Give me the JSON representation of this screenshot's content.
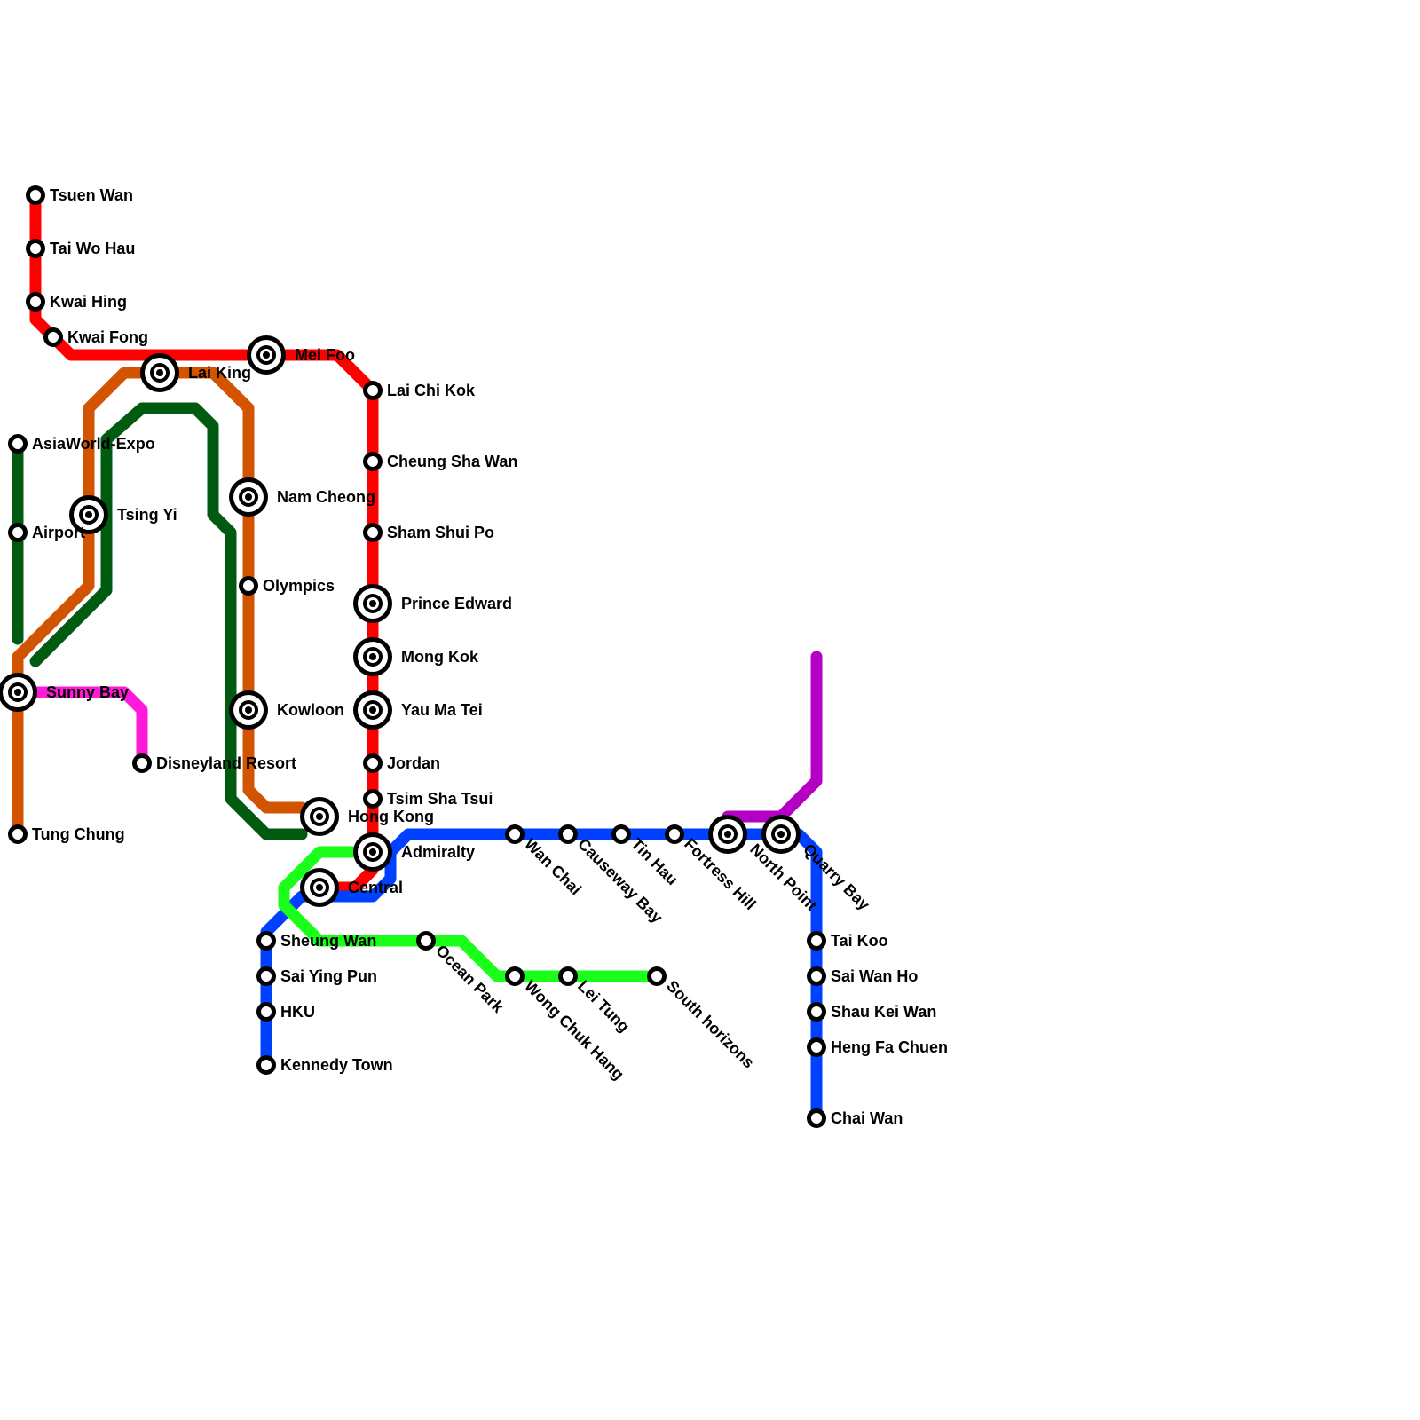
{
  "colors": {
    "tsuen_wan_line": "#ff0000",
    "tung_chung_line": "#d35400",
    "airport_express": "#005a0f",
    "disneyland_resort_line": "#ff1ad9",
    "island_line": "#0040ff",
    "south_island_line": "#1aff1a",
    "purple_line": "#b300c4"
  },
  "stations": [
    {
      "id": "tsuen-wan",
      "label": "Tsuen Wan",
      "type": "stop"
    },
    {
      "id": "tai-wo-hau",
      "label": "Tai Wo Hau",
      "type": "stop"
    },
    {
      "id": "kwai-hing",
      "label": "Kwai Hing",
      "type": "stop"
    },
    {
      "id": "kwai-fong",
      "label": "Kwai Fong",
      "type": "stop"
    },
    {
      "id": "lai-king",
      "label": "Lai King",
      "type": "interchange"
    },
    {
      "id": "mei-foo",
      "label": "Mei Foo",
      "type": "interchange"
    },
    {
      "id": "lai-chi-kok",
      "label": "Lai Chi Kok",
      "type": "stop"
    },
    {
      "id": "cheung-sha-wan",
      "label": "Cheung Sha Wan",
      "type": "stop"
    },
    {
      "id": "sham-shui-po",
      "label": "Sham Shui Po",
      "type": "stop"
    },
    {
      "id": "prince-edward",
      "label": "Prince Edward",
      "type": "interchange"
    },
    {
      "id": "mong-kok",
      "label": "Mong Kok",
      "type": "interchange"
    },
    {
      "id": "yau-ma-tei",
      "label": "Yau Ma Tei",
      "type": "interchange"
    },
    {
      "id": "jordan",
      "label": "Jordan",
      "type": "stop"
    },
    {
      "id": "tsim-sha-tsui",
      "label": "Tsim Sha Tsui",
      "type": "stop"
    },
    {
      "id": "admiralty",
      "label": "Admiralty",
      "type": "interchange"
    },
    {
      "id": "central",
      "label": "Central",
      "type": "interchange"
    },
    {
      "id": "asiaworld-expo",
      "label": "AsiaWorld-Expo",
      "type": "stop"
    },
    {
      "id": "airport",
      "label": "Airport",
      "type": "stop"
    },
    {
      "id": "tsing-yi",
      "label": "Tsing Yi",
      "type": "interchange"
    },
    {
      "id": "sunny-bay",
      "label": "Sunny Bay",
      "type": "interchange"
    },
    {
      "id": "tung-chung",
      "label": "Tung Chung",
      "type": "stop"
    },
    {
      "id": "disneyland-resort",
      "label": "Disneyland Resort",
      "type": "stop"
    },
    {
      "id": "nam-cheong",
      "label": "Nam Cheong",
      "type": "interchange"
    },
    {
      "id": "olympics",
      "label": "Olympics",
      "type": "stop"
    },
    {
      "id": "kowloon",
      "label": "Kowloon",
      "type": "interchange"
    },
    {
      "id": "hong-kong",
      "label": "Hong Kong",
      "type": "interchange"
    },
    {
      "id": "sheung-wan",
      "label": "Sheung Wan",
      "type": "stop"
    },
    {
      "id": "sai-ying-pun",
      "label": "Sai Ying Pun",
      "type": "stop"
    },
    {
      "id": "hku",
      "label": "HKU",
      "type": "stop"
    },
    {
      "id": "kennedy-town",
      "label": "Kennedy Town",
      "type": "stop"
    },
    {
      "id": "wan-chai",
      "label": "Wan Chai",
      "type": "stop"
    },
    {
      "id": "causeway-bay",
      "label": "Causeway Bay",
      "type": "stop"
    },
    {
      "id": "tin-hau",
      "label": "Tin Hau",
      "type": "stop"
    },
    {
      "id": "fortress-hill",
      "label": "Fortress Hill",
      "type": "stop"
    },
    {
      "id": "north-point",
      "label": "North Point",
      "type": "interchange"
    },
    {
      "id": "quarry-bay",
      "label": "Quarry Bay",
      "type": "interchange"
    },
    {
      "id": "tai-koo",
      "label": "Tai Koo",
      "type": "stop"
    },
    {
      "id": "sai-wan-ho",
      "label": "Sai Wan Ho",
      "type": "stop"
    },
    {
      "id": "shau-kei-wan",
      "label": "Shau Kei Wan",
      "type": "stop"
    },
    {
      "id": "heng-fa-chuen",
      "label": "Heng Fa Chuen",
      "type": "stop"
    },
    {
      "id": "chai-wan",
      "label": "Chai Wan",
      "type": "stop"
    },
    {
      "id": "ocean-park",
      "label": "Ocean Park",
      "type": "stop"
    },
    {
      "id": "wong-chuk-hang",
      "label": "Wong Chuk Hang",
      "type": "stop"
    },
    {
      "id": "lei-tung",
      "label": "Lei Tung",
      "type": "stop"
    },
    {
      "id": "south-horizons",
      "label": "South horizons",
      "type": "stop"
    }
  ]
}
